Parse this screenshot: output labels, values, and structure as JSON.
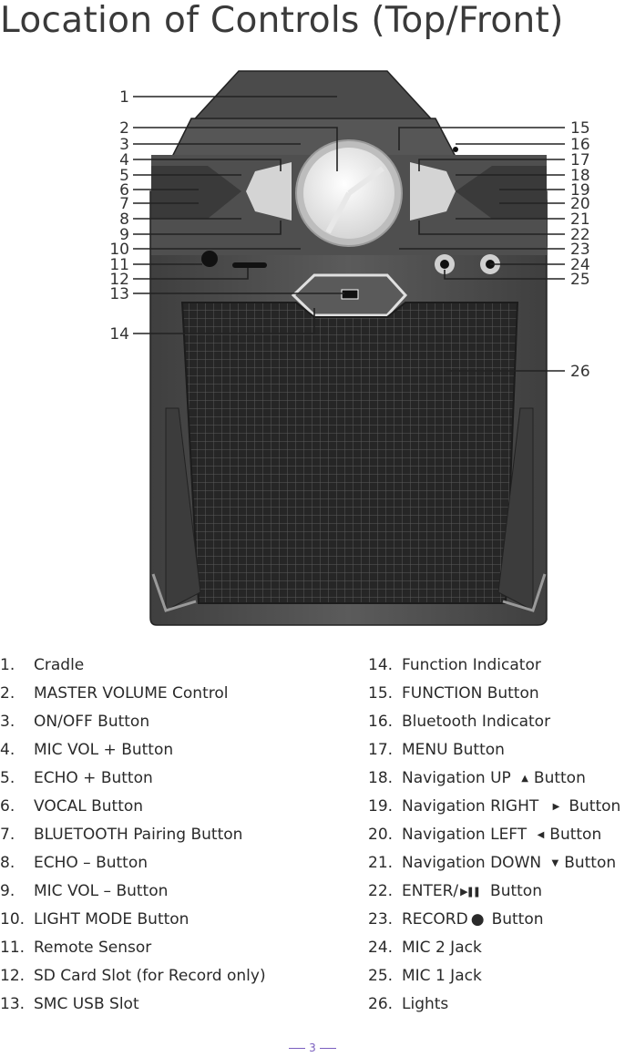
{
  "page": {
    "title": "Location of Controls (Top/Front)",
    "page_number": "3"
  },
  "callouts_left": [
    "1",
    "2",
    "3",
    "4",
    "5",
    "6",
    "7",
    "8",
    "9",
    "10",
    "11",
    "12",
    "13",
    "14"
  ],
  "callouts_right": [
    "15",
    "16",
    "17",
    "18",
    "19",
    "20",
    "21",
    "22",
    "23",
    "24",
    "25",
    "26"
  ],
  "legend_left": [
    {
      "num": "1.",
      "label": "Cradle"
    },
    {
      "num": "2.",
      "label": "MASTER VOLUME Control"
    },
    {
      "num": "3.",
      "label": "ON/OFF Button"
    },
    {
      "num": "4.",
      "label": "MIC VOL + Button"
    },
    {
      "num": "5.",
      "label": "ECHO + Button"
    },
    {
      "num": "6.",
      "label": "VOCAL Button"
    },
    {
      "num": "7.",
      "label": "BLUETOOTH Pairing Button"
    },
    {
      "num": "8.",
      "label": "ECHO – Button"
    },
    {
      "num": "9.",
      "label": "MIC VOL – Button"
    },
    {
      "num": "10.",
      "label": "LIGHT MODE Button"
    },
    {
      "num": "11.",
      "label": "Remote Sensor"
    },
    {
      "num": "12.",
      "label": "SD Card Slot (for Record only)"
    },
    {
      "num": "13.",
      "label": "SMC USB Slot"
    }
  ],
  "legend_right": [
    {
      "num": "14.",
      "label": "Function Indicator",
      "icon": ""
    },
    {
      "num": "15.",
      "label": "FUNCTION Button",
      "icon": ""
    },
    {
      "num": "16.",
      "label": "Bluetooth Indicator",
      "icon": ""
    },
    {
      "num": "17.",
      "label": "MENU Button",
      "icon": ""
    },
    {
      "num": "18.",
      "label": "Navigation UP",
      "icon": "triangle-up-icon",
      "glyph": "▲",
      "suffix": "Button"
    },
    {
      "num": "19.",
      "label": "Navigation RIGHT",
      "icon": "triangle-right-icon",
      "glyph": "▶",
      "suffix": "Button"
    },
    {
      "num": "20.",
      "label": "Navigation LEFT",
      "icon": "triangle-left-icon",
      "glyph": "◀",
      "suffix": "Button"
    },
    {
      "num": "21.",
      "label": "Navigation DOWN",
      "icon": "triangle-down-icon",
      "glyph": "▼",
      "suffix": "Button"
    },
    {
      "num": "22.",
      "label": "ENTER/",
      "icon": "play-pause-icon",
      "glyph": "▶❚❚",
      "suffix": "Button"
    },
    {
      "num": "23.",
      "label": "RECORD",
      "icon": "record-dot-icon",
      "glyph": "●",
      "suffix": "Button"
    },
    {
      "num": "24.",
      "label": "MIC 2 Jack",
      "icon": ""
    },
    {
      "num": "25.",
      "label": "MIC 1 Jack",
      "icon": ""
    },
    {
      "num": "26.",
      "label": "Lights",
      "icon": ""
    }
  ],
  "colors": {
    "body_dark": "#4a4a4a",
    "body_mid": "#6b6b6b",
    "panel_light": "#cfcfcf",
    "knob": "#f2f2f2",
    "page_number": "#7a5fbf"
  }
}
